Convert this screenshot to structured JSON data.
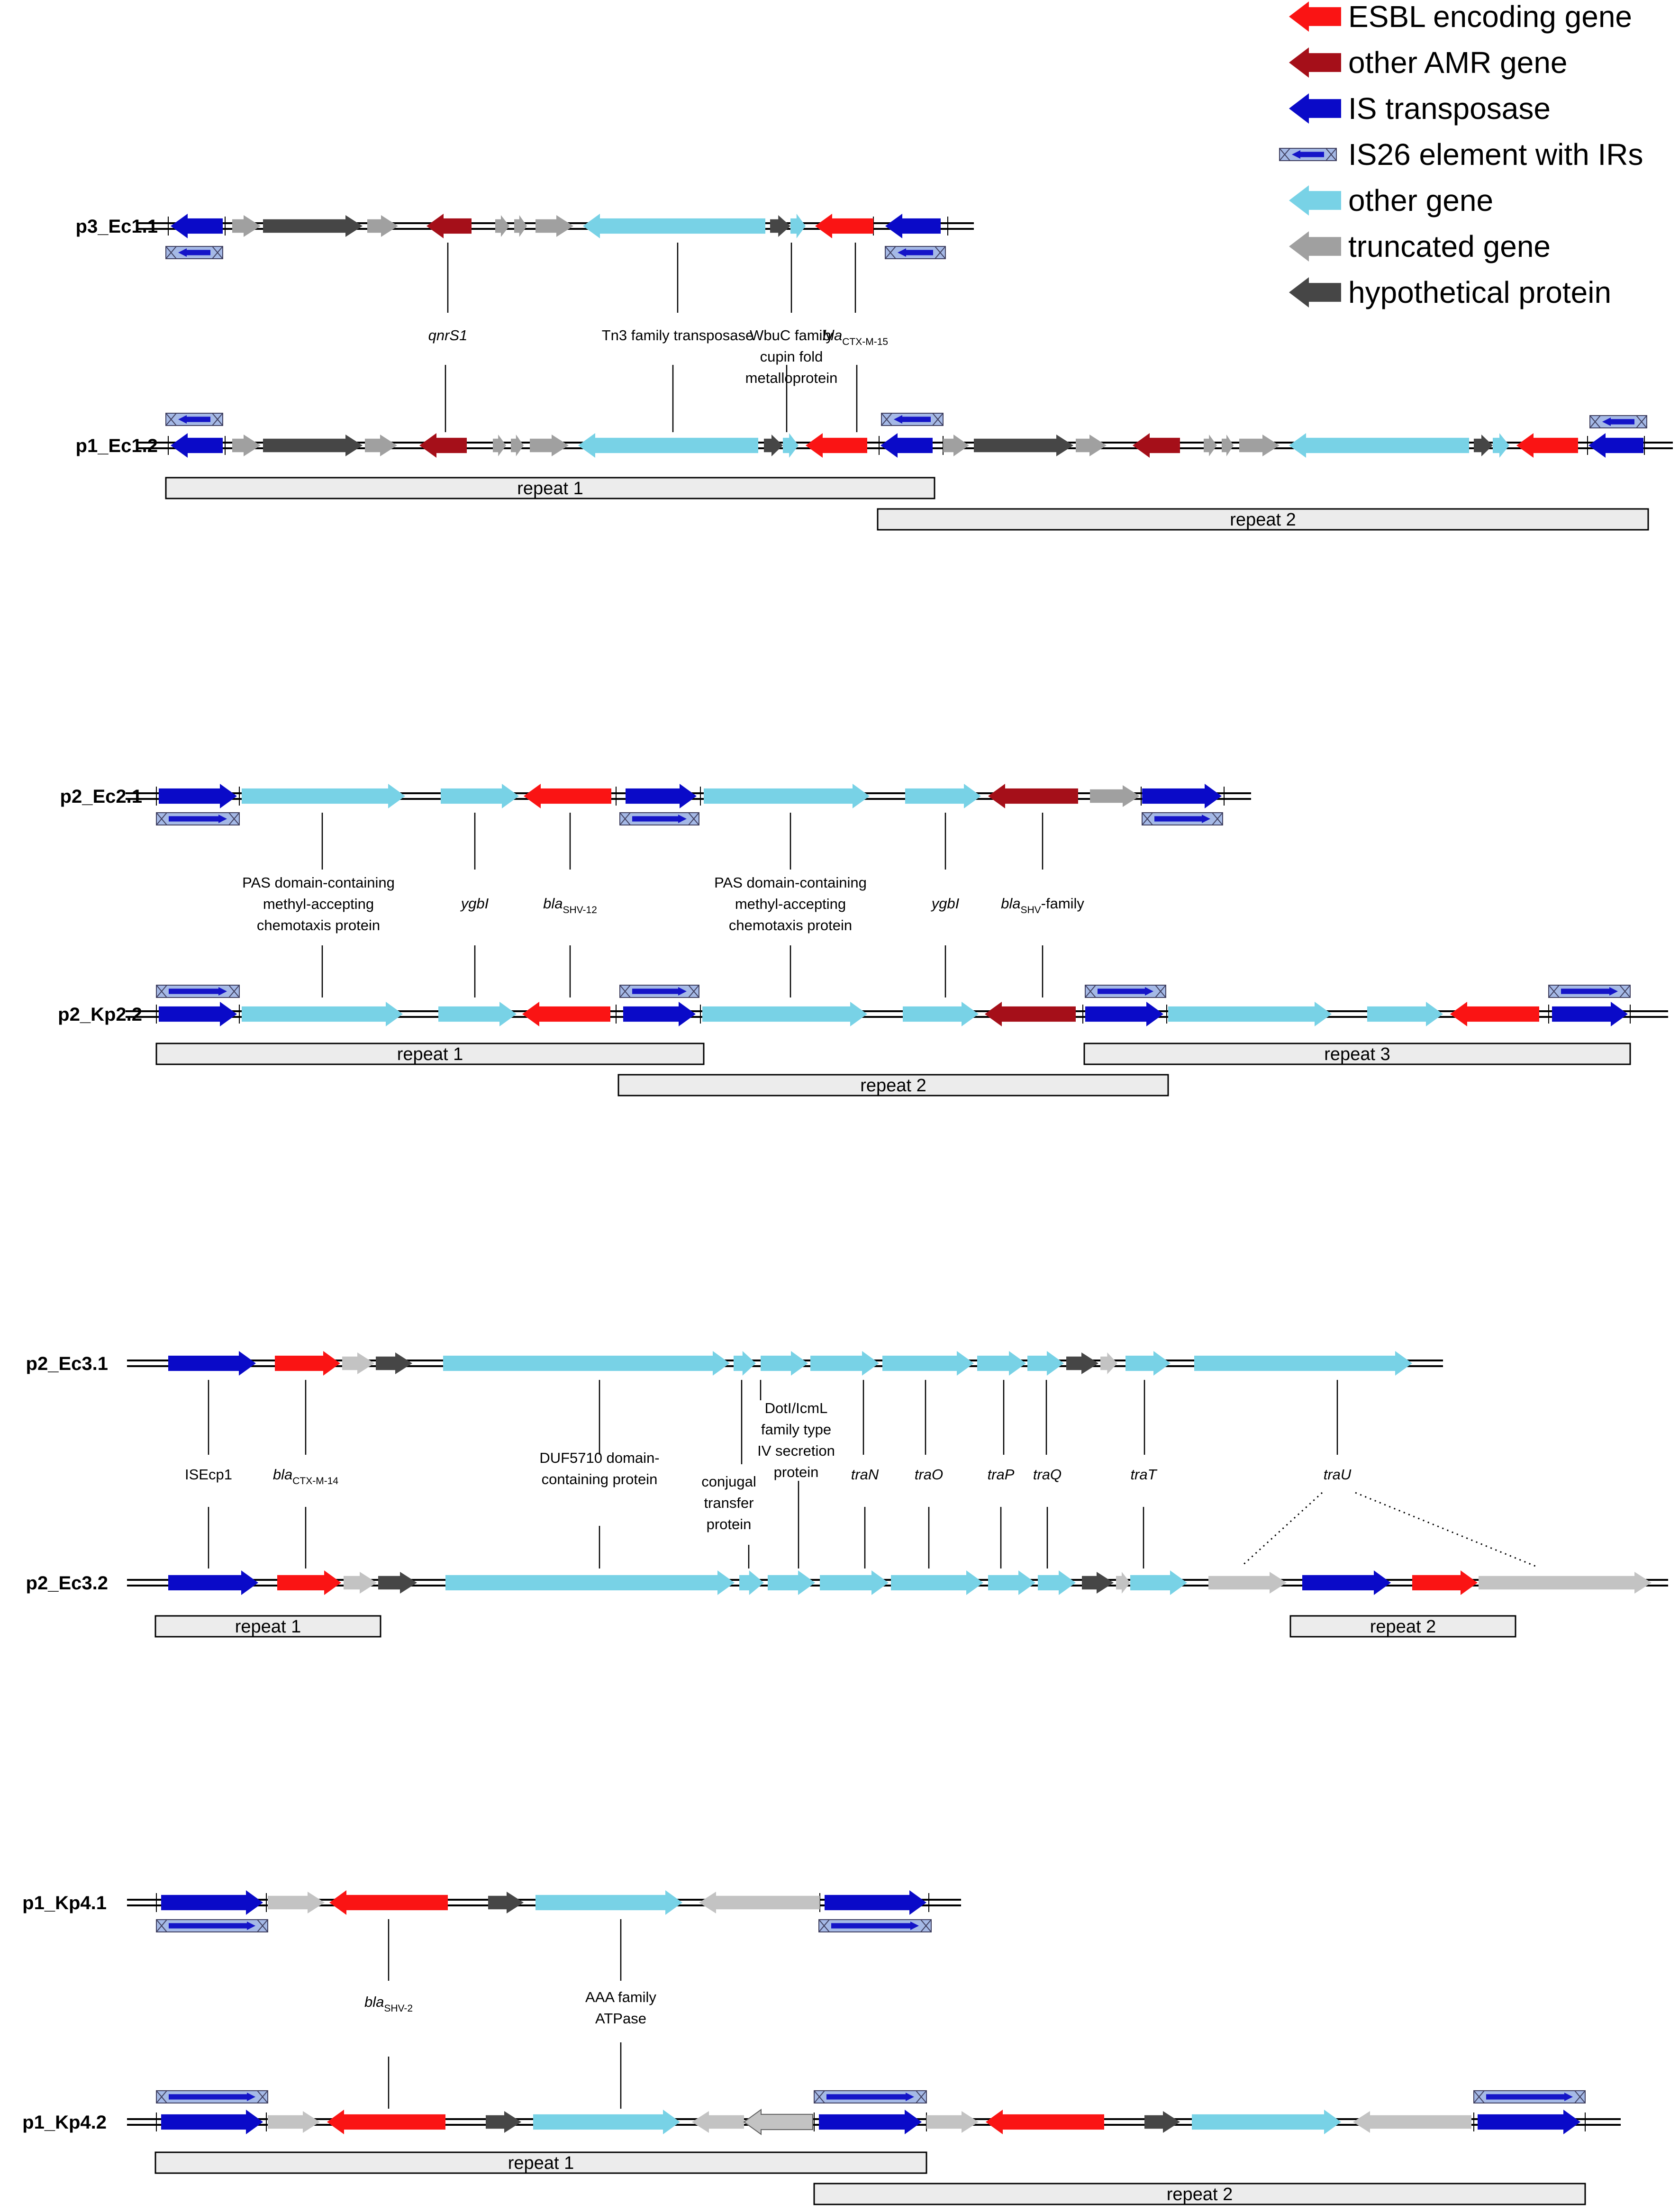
{
  "colors": {
    "esbl": "#fa1414",
    "other_amr": "#a50f19",
    "is_transposase": "#0a0ac8",
    "is26": "#1414c8",
    "is26_box": "#a5b9e6",
    "other_gene": "#78d2e6",
    "truncated_gene": "#a0a0a0",
    "truncated_light": "#c3c3c3",
    "hypothetical": "#464646"
  },
  "legend": [
    {
      "type": "esbl",
      "label": "ESBL encoding gene"
    },
    {
      "type": "other_amr",
      "label": "other AMR gene"
    },
    {
      "type": "is_transposase",
      "label": "IS transposase"
    },
    {
      "type": "is26",
      "label": "IS26 element with IRs"
    },
    {
      "type": "other_gene",
      "label": "other gene"
    },
    {
      "type": "truncated_gene",
      "label": "truncated gene"
    },
    {
      "type": "hypothetical",
      "label": "hypothetical protein"
    }
  ],
  "panels": [
    {
      "tracks": [
        {
          "name": "p3_Ec1.1"
        },
        {
          "name": "p1_Ec1.2"
        }
      ],
      "annotations": [
        {
          "label": "qnrS1",
          "italic": true
        },
        {
          "label": "Tn3 family transposase"
        },
        {
          "label": "WbuC family\ncupin fold\nmetalloprotein"
        },
        {
          "label": "bla",
          "sub": "CTX-M-15",
          "italic": true
        }
      ],
      "repeats": [
        "repeat 1",
        "repeat 2"
      ]
    },
    {
      "tracks": [
        {
          "name": "p2_Ec2.1"
        },
        {
          "name": "p2_Kp2.2"
        }
      ],
      "annotations": [
        {
          "label": "PAS domain-containing\nmethyl-accepting\nchemotaxis protein"
        },
        {
          "label": "ygbI",
          "italic": true
        },
        {
          "label": "bla",
          "sub": "SHV-12",
          "italic": true
        },
        {
          "label": "PAS domain-containing\nmethyl-accepting\nchemotaxis protein"
        },
        {
          "label": "ygbI",
          "italic": true
        },
        {
          "label": "bla",
          "sub": "SHV",
          "suffix": "-family",
          "italic": true
        }
      ],
      "repeats": [
        "repeat 1",
        "repeat 2",
        "repeat 3"
      ]
    },
    {
      "tracks": [
        {
          "name": "p2_Ec3.1"
        },
        {
          "name": "p2_Ec3.2"
        }
      ],
      "annotations": [
        {
          "label": "ISEcp1"
        },
        {
          "label": "bla",
          "sub": "CTX-M-14",
          "italic": true
        },
        {
          "label": "DUF5710 domain-\ncontaining protein"
        },
        {
          "label": "conjugal\ntransfer\nprotein"
        },
        {
          "label": "DotI/IcmL\nfamily type\nIV secretion\nprotein"
        },
        {
          "label": "traN",
          "italic": true
        },
        {
          "label": "traO",
          "italic": true
        },
        {
          "label": "traP",
          "italic": true
        },
        {
          "label": "traQ",
          "italic": true
        },
        {
          "label": "traT",
          "italic": true
        },
        {
          "label": "traU",
          "italic": true
        }
      ],
      "repeats": [
        "repeat 1",
        "repeat 2"
      ]
    },
    {
      "tracks": [
        {
          "name": "p1_Kp4.1"
        },
        {
          "name": "p1_Kp4.2"
        }
      ],
      "annotations": [
        {
          "label": "bla",
          "sub": "SHV-2",
          "italic": true
        },
        {
          "label": "AAA family\nATPase"
        }
      ],
      "repeats": [
        "repeat 1",
        "repeat 2"
      ]
    }
  ]
}
